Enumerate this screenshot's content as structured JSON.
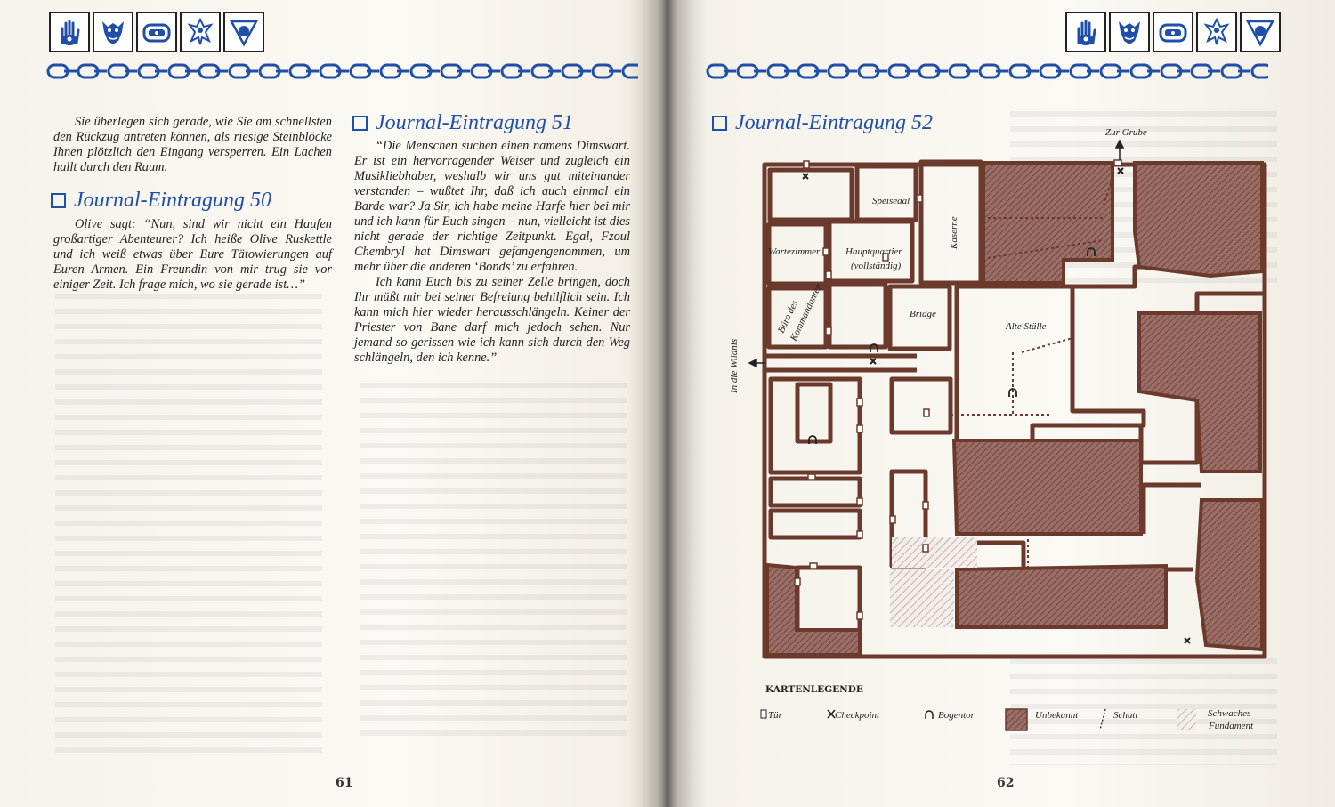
{
  "left_page": {
    "intro": "Sie überlegen sich gerade, wie Sie am schnellsten den Rückzug antreten können, als riesige Steinblöcke Ihnen plötzlich den Eingang versperren. Ein Lachen hallt durch den Raum.",
    "entry50": {
      "heading": "Journal-Eintragung 50",
      "text": "Olive sagt: “Nun, sind wir nicht ein Haufen großartiger Abenteurer? Ich heiße Olive Ruskettle und ich weiß etwas über Eure Tätowierungen auf Euren Armen. Ein Freundin von mir trug sie vor einiger Zeit. Ich frage mich, wo sie gerade ist…”"
    },
    "entry51": {
      "heading": "Journal-Eintragung 51",
      "p1": "“Die Menschen suchen einen namens Dimswart. Er ist ein hervorragender Weiser und zugleich ein Musikliebhaber, weshalb wir uns gut miteinander verstanden – wußtet Ihr, daß ich auch einmal ein Barde war? Ja Sir, ich habe meine Harfe hier bei mir und ich kann für Euch singen – nun, vielleicht ist dies nicht gerade der richtige Zeitpunkt. Egal, Fzoul Chembryl hat Dimswart gefangengenommen, um mehr über die anderen ‘Bonds’ zu erfahren.",
      "p2": "Ich kann Euch bis zu seiner Zelle bringen, doch Ihr müßt mir bei seiner Befreiung behilflich sein. Ich kann mich hier wieder herausschlängeln. Keiner der Priester von Bane darf mich jedoch sehen. Nur jemand so gerissen wie ich kann sich durch den Weg schlängeln, den ich kenne.”"
    },
    "page_number": "61"
  },
  "right_page": {
    "heading": "Journal-Eintragung 52",
    "map": {
      "labels": {
        "zur_grube": "Zur Grube",
        "wildnis": "In die Wildnis",
        "speiseaal": "Speiseaal",
        "wartezimmer": "Wartezimmer",
        "hauptquartier": "Hauptquartier",
        "vollstaendig": "(vollständig)",
        "kaserne": "Kaserne",
        "buero1": "Büro des",
        "buero2": "Kommandanten",
        "bridge": "Bridge",
        "alte_staelle": "Alte Ställe"
      },
      "legend": {
        "title": "KARTENLEGENDE",
        "tuer": "Tür",
        "checkpoint": "Checkpoint",
        "bogentor": "Bogentor",
        "unbekannt": "Unbekannt",
        "schutt": "Schutt",
        "schwaches1": "Schwaches",
        "schwaches2": "Fundament"
      },
      "colors": {
        "wall": "#6b3a2c",
        "unknown": "#8a5c56"
      }
    },
    "page_number": "62"
  },
  "icons": [
    "hand-icon",
    "demon-icon",
    "chest-icon",
    "bird-icon",
    "triangle-icon"
  ],
  "colors": {
    "heading": "#1f4fa8",
    "chain": "#1f4fa8"
  }
}
